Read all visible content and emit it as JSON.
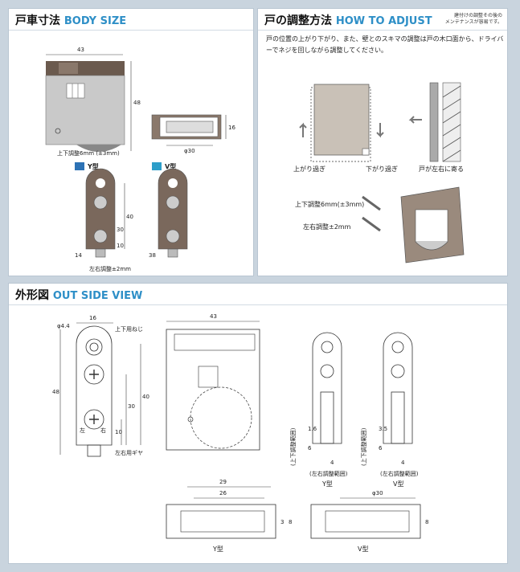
{
  "body_size": {
    "title_jp": "戸車寸法",
    "title_en": "BODY SIZE",
    "dim_width": "43",
    "dim_height": "48",
    "dim_depth": "16",
    "dim_diameter": "φ30",
    "adjust_note": "上下調整6mm (±3mm)",
    "y_type_label": "Y型",
    "v_type_label": "V型",
    "dim_40": "40",
    "dim_30": "30",
    "dim_10": "10",
    "dim_14": "14",
    "dim_38": "38",
    "lr_adjust": "左右調整±2mm"
  },
  "how_to_adjust": {
    "title_jp": "戸の調整方法",
    "title_en": "HOW TO ADJUST",
    "note_line1": "建付けの調整その後の",
    "note_line2": "メンテナンスが容易です。",
    "description": "戸の位置の上がり下がり、また、壁とのスキマの調整は戸の木口面から、ドライバーでネジを回しながら調整してください。",
    "caption_up": "上がり過ぎ",
    "caption_down": "下がり過ぎ",
    "caption_wall": "戸が左右に寄る",
    "vertical_adjust": "上下調整6mm(±3mm)",
    "horizontal_adjust": "左右調整±2mm"
  },
  "outside_view": {
    "title_jp": "外形図",
    "title_en": "OUT SIDE VIEW",
    "dim_16": "16",
    "dim_phi44": "φ4.4",
    "screw_up_down": "上下用ねじ",
    "screw_lr": "左右用ギヤ",
    "dim_48": "48",
    "dim_40": "40",
    "dim_30": "30",
    "dim_10": "10",
    "dim_43": "43",
    "left_kanji": "左",
    "right_kanji": "右",
    "range_vertical": "(上下調整範囲)",
    "range_horizontal": "(左右調整範囲)",
    "dim_16b": "1.6",
    "dim_35": "3.5",
    "dim_6": "6",
    "dim_4": "4",
    "y_type": "Y型",
    "v_type": "V型",
    "dim_29": "29",
    "dim_26": "26",
    "dim_phi30": "φ30",
    "dim_3": "3",
    "dim_8": "8"
  }
}
